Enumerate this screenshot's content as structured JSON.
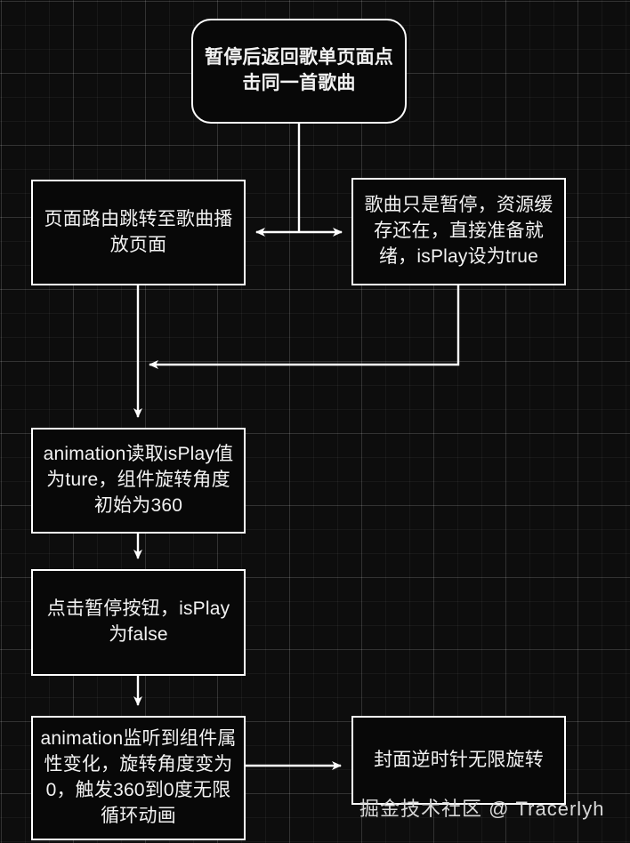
{
  "diagram": {
    "title": "歌曲暂停后重新播放流程图",
    "theme": {
      "background": "#0d0d0d",
      "grid_minor": "#1a1a1a",
      "grid_major": "#262626",
      "node_fill": "#080808",
      "node_border": "#ffffff",
      "text": "#f2f2f2",
      "edge": "#ffffff"
    },
    "nodes": [
      {
        "id": "start",
        "shape": "rounded-rect",
        "lines": [
          "暂停后返回歌单页面",
          "点击同一首歌曲"
        ],
        "text": "暂停后返回歌单页面点击同一首歌曲"
      },
      {
        "id": "route",
        "shape": "rect",
        "lines": [
          "页面路由跳转至歌曲",
          "播放页面"
        ],
        "text": "页面路由跳转至歌曲播放页面"
      },
      {
        "id": "paused",
        "shape": "rect",
        "lines": [
          "歌曲只是暂停，资源",
          "缓存还在，直接准备",
          "就绪，isPlay设为true"
        ],
        "text": "歌曲只是暂停，资源缓存还在，直接准备就绪，isPlay设为true"
      },
      {
        "id": "anim-read",
        "shape": "rect",
        "lines": [
          "animation读取isPlay",
          "值为ture，组件旋转角",
          "度初始为360"
        ],
        "text": "animation读取isPlay值为ture，组件旋转角度初始为360"
      },
      {
        "id": "pause-btn",
        "shape": "rect",
        "lines": [
          "点击暂停按钮，isPlay",
          "为false"
        ],
        "text": "点击暂停按钮，isPlay为false"
      },
      {
        "id": "anim-listen",
        "shape": "rect",
        "lines": [
          "animation监听到组件",
          "属性变化，旋转角度",
          "变为0，触发360到0度",
          "无限循环动画"
        ],
        "text": "animation监听到组件属性变化，旋转角度变为0，触发360到0度无限循环动画"
      },
      {
        "id": "rotate",
        "shape": "rect",
        "lines": [
          "封面逆时针无限旋转"
        ],
        "text": "封面逆时针无限旋转"
      }
    ],
    "edges": [
      {
        "from": "start",
        "to": "route",
        "style": "orthogonal",
        "arrow": "left"
      },
      {
        "from": "start",
        "to": "paused",
        "style": "orthogonal",
        "arrow": "right"
      },
      {
        "from": "paused",
        "to": "anim-read",
        "style": "orthogonal",
        "arrow": "left"
      },
      {
        "from": "route",
        "to": "anim-read",
        "style": "straight",
        "arrow": "down"
      },
      {
        "from": "anim-read",
        "to": "pause-btn",
        "style": "straight",
        "arrow": "down"
      },
      {
        "from": "pause-btn",
        "to": "anim-listen",
        "style": "straight",
        "arrow": "down"
      },
      {
        "from": "anim-listen",
        "to": "rotate",
        "style": "straight",
        "arrow": "right"
      }
    ],
    "watermark": "掘金技术社区 @ Tracerlyh"
  }
}
